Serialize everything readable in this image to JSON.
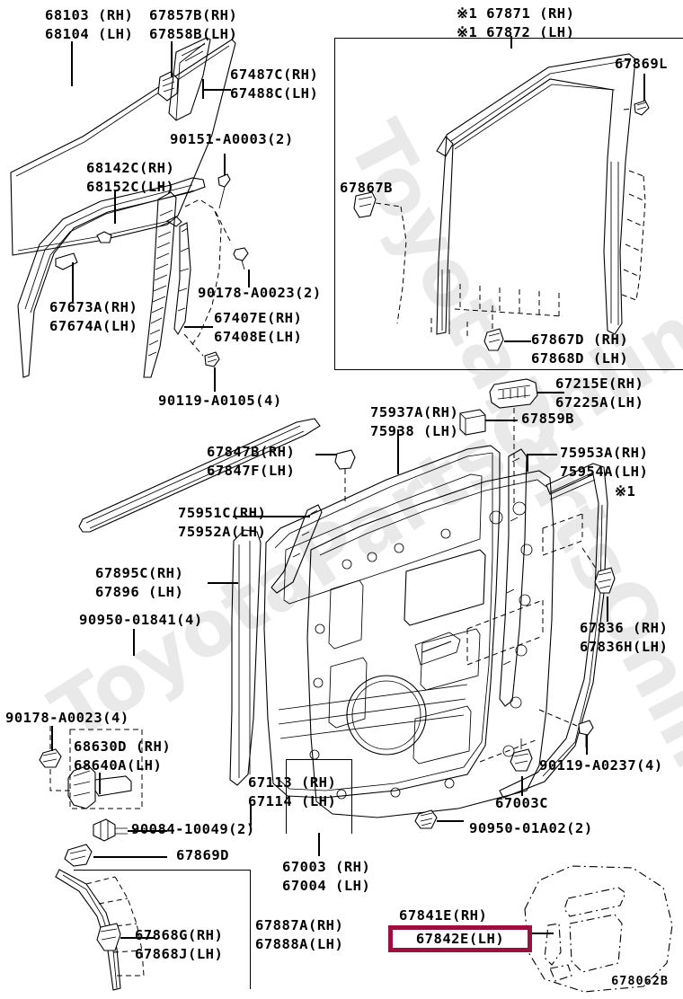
{
  "diagram": {
    "title": "Rear Door Panel & Glass",
    "corner_code": "678062B",
    "highlight_color": "#9c0f3e",
    "watermark_text": "ToyotaPartsOnline.ru"
  },
  "labels": {
    "l68103": "68103 (RH)",
    "l68104": "68104 (LH)",
    "l67857B": "67857B(RH)",
    "l67858B": "67858B(LH)",
    "l67487C": "67487C(RH)",
    "l67488C": "67488C(LH)",
    "l90151": "90151-A0003(2)",
    "l68142C": "68142C(RH)",
    "l68152C": "68152C(LH)",
    "l67673A": "67673A(RH)",
    "l67674A": "67674A(LH)",
    "l90178_2": "90178-A0023(2)",
    "l67407E": "67407E(RH)",
    "l67408E": "67408E(LH)",
    "l90119_A0105": "90119-A0105(4)",
    "l67871": "※1 67871 (RH)",
    "l67872": "※1 67872 (LH)",
    "l67869L": "67869L",
    "l67867B": "67867B",
    "l67867D": "67867D (RH)",
    "l67868D": "67868D (LH)",
    "l67215E": "67215E(RH)",
    "l67225A": "67225A(LH)",
    "l67859B": "67859B",
    "l75937A": "75937A(RH)",
    "l75938": "75938 (LH)",
    "l75953A": "75953A(RH)",
    "l75954A": "75954A(LH)",
    "l67847B": "67847B(RH)",
    "l67847F": "67847F(LH)",
    "l75951C": "75951C(RH)",
    "l75952A": "75952A(LH)",
    "l67895C": "67895C(RH)",
    "l67896": "67896 (LH)",
    "l90950_01841": "90950-01841(4)",
    "lstar1": "※1",
    "l67836": "67836 (RH)",
    "l67836H": "67836H(LH)",
    "l90178_4": "90178-A0023(4)",
    "l68630D": "68630D (RH)",
    "l68640A": "68640A(LH)",
    "l90084": "90084-10049(2)",
    "l67869D": "67869D",
    "l67113": "67113 (RH)",
    "l67114": "67114 (LH)",
    "l67003": "67003 (RH)",
    "l67004": "67004 (LH)",
    "l67003C": "67003C",
    "l90950_01A02": "90950-01A02(2)",
    "l90119_A0237": "90119-A0237(4)",
    "l67887A": "67887A(RH)",
    "l67888A": "67888A(LH)",
    "l67868G": "67868G(RH)",
    "l67868J": "67868J(LH)",
    "l67841E": "67841E(RH)",
    "l67842E": "67842E(LH)"
  }
}
